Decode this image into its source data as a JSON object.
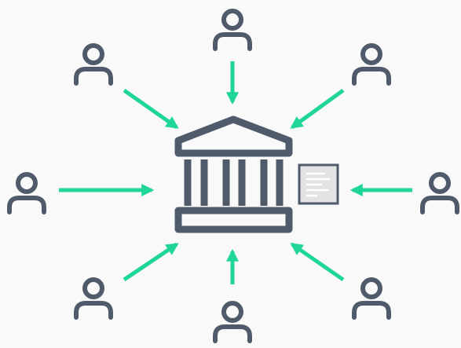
{
  "colors": {
    "background": "#f9f9f9",
    "icon": "#4f5a6b",
    "arrow": "#1fd696",
    "document_fill": "#e3e3e3",
    "document_lines": "#ffffff"
  },
  "central": {
    "icon": "bank-icon"
  },
  "document": {
    "icon": "document-icon"
  },
  "people": [
    {
      "id": "top",
      "icon": "user-icon"
    },
    {
      "id": "top-left",
      "icon": "user-icon"
    },
    {
      "id": "top-right",
      "icon": "user-icon"
    },
    {
      "id": "left",
      "icon": "user-icon"
    },
    {
      "id": "right",
      "icon": "user-icon"
    },
    {
      "id": "bottom-left",
      "icon": "user-icon"
    },
    {
      "id": "bottom",
      "icon": "user-icon"
    },
    {
      "id": "bottom-right",
      "icon": "user-icon"
    }
  ],
  "arrows": [
    {
      "from": "top",
      "to": "bank"
    },
    {
      "from": "top-left",
      "to": "bank"
    },
    {
      "from": "top-right",
      "to": "bank"
    },
    {
      "from": "left",
      "to": "bank"
    },
    {
      "from": "right",
      "to": "bank"
    },
    {
      "from": "bottom-left",
      "to": "bank"
    },
    {
      "from": "bottom",
      "to": "bank"
    },
    {
      "from": "bottom-right",
      "to": "bank"
    }
  ]
}
